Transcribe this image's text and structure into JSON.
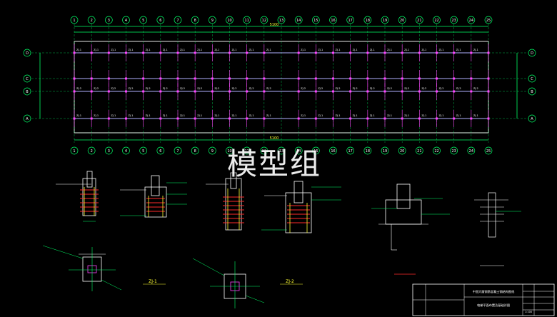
{
  "watermark": "模型组",
  "colors": {
    "background": "#000000",
    "axis": "#00ff66",
    "beam": "#b0b0ff",
    "column": "#ff44ff",
    "red": "#ff2a2a",
    "yellow": "#ffff33",
    "white": "#ffffff",
    "cyan": "#33ffff"
  },
  "plan": {
    "axis_numbers": [
      "1",
      "2",
      "3",
      "4",
      "5",
      "6",
      "7",
      "8",
      "9",
      "10",
      "11",
      "12",
      "13",
      "14",
      "15",
      "16",
      "17",
      "18",
      "19",
      "20",
      "21",
      "22",
      "23",
      "24",
      "25"
    ],
    "axis_letters_left": [
      "D",
      "C",
      "B",
      "A"
    ],
    "axis_letters_right": [
      "D",
      "C",
      "B",
      "A"
    ],
    "overall_dim": "5100",
    "column_labels": [
      "ZJ-1",
      "ZJ-2"
    ]
  },
  "details": [
    {
      "label": "ZJ-1"
    },
    {
      "label": "ZJ-2"
    }
  ],
  "title_block": {
    "project": "中国大厦钢筋混凝土钢结构图纸",
    "drawing": "电梯平面布置及基础详图",
    "scale": "1:100"
  }
}
